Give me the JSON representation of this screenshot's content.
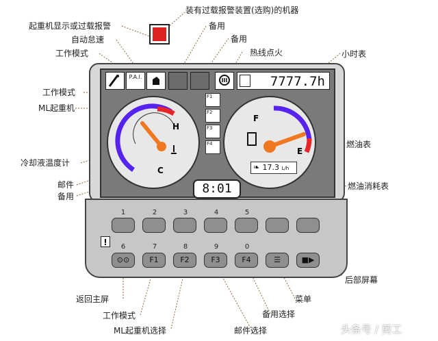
{
  "labels": {
    "overload_alarm_option": "装有过载报警装置(选购)的机器",
    "crane_display_or_overload": "起重机显示或过载报警",
    "spare_1": "备用",
    "auto_idle": "自动怠速",
    "spare_2": "备用",
    "work_mode_top": "工作模式",
    "preheat": "热线点火",
    "hour_meter": "小时表",
    "work_mode_mid": "工作模式",
    "ml_crane": "ML起重机",
    "coolant_temp": "冷却液温度计",
    "fuel_gauge": "燃油表",
    "mail": "邮件",
    "spare_3": "备用",
    "fuel_consumption": "燃油消耗表",
    "rear_screen": "后部屏幕",
    "return_main": "返回主屏",
    "menu": "菜单",
    "work_mode_select": "工作模式",
    "spare_select": "备用选择",
    "ml_crane_select": "ML起重机选择",
    "mail_select": "邮件选择"
  },
  "display": {
    "hour_value": "7777.7h",
    "clock": "8:01",
    "fuel_consumption": "17.3",
    "fuel_unit": "L/h",
    "temp_hot": "H",
    "temp_cold": "C",
    "fuel_full": "F",
    "fuel_empty": "E",
    "status_mode": "P.A.I.",
    "f_labels": [
      "F1",
      "F2",
      "F3",
      "F4"
    ]
  },
  "keypad": {
    "top_numbers": [
      "1",
      "2",
      "3",
      "4",
      "5"
    ],
    "bottom_numbers": [
      "6",
      "7",
      "8",
      "9",
      "0"
    ],
    "function_labels": [
      "F1",
      "F2",
      "F3",
      "F4"
    ]
  },
  "watermark": "头条号 / 剪工",
  "colors": {
    "needle": "#f07820",
    "arc_blue": "#5522ee",
    "arc_red": "#e8262a",
    "alarm_red": "#dd2222"
  }
}
